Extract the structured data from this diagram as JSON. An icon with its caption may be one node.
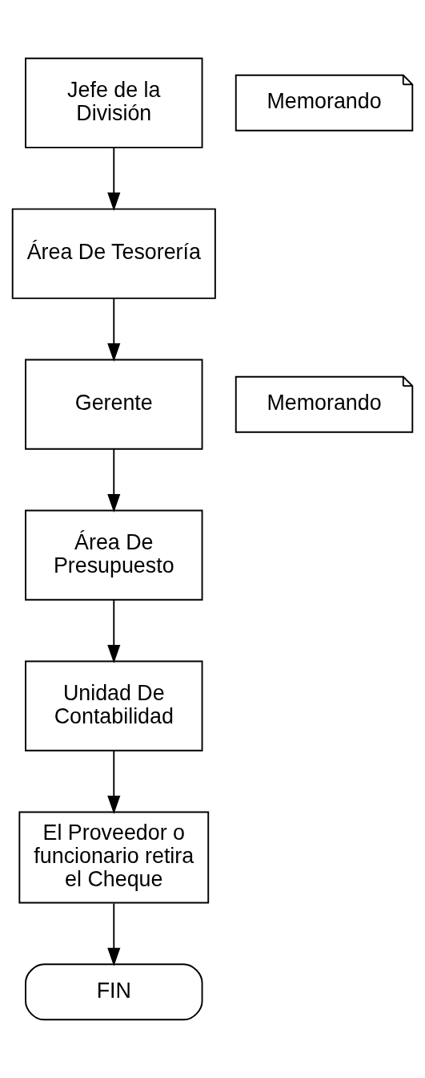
{
  "diagram": {
    "nodes": [
      {
        "text": [
          "Jefe de la División"
        ]
      },
      {
        "text": [
          "Memorando"
        ]
      },
      {
        "text": [
          "Área De Tesorería"
        ]
      },
      {
        "text": [
          "Gerente"
        ]
      },
      {
        "text": [
          "Memorando"
        ]
      },
      {
        "text": [
          "Área De Presupuesto"
        ]
      },
      {
        "text": [
          "Unidad De Contabilidad"
        ]
      },
      {
        "text": [
          "El Proveedor o funcionario retira el Cheque"
        ]
      },
      {
        "text": [
          "FIN"
        ]
      }
    ],
    "edges": [
      {
        "from": 0,
        "to": 2,
        "arrow": "to"
      },
      {
        "from": 2,
        "to": 3,
        "arrow": "to"
      },
      {
        "from": 3,
        "to": 5,
        "arrow": "to"
      },
      {
        "from": 5,
        "to": 6,
        "arrow": "to"
      },
      {
        "from": 6,
        "to": 7,
        "arrow": "to"
      },
      {
        "from": 7,
        "to": 8,
        "arrow": "to"
      }
    ]
  }
}
